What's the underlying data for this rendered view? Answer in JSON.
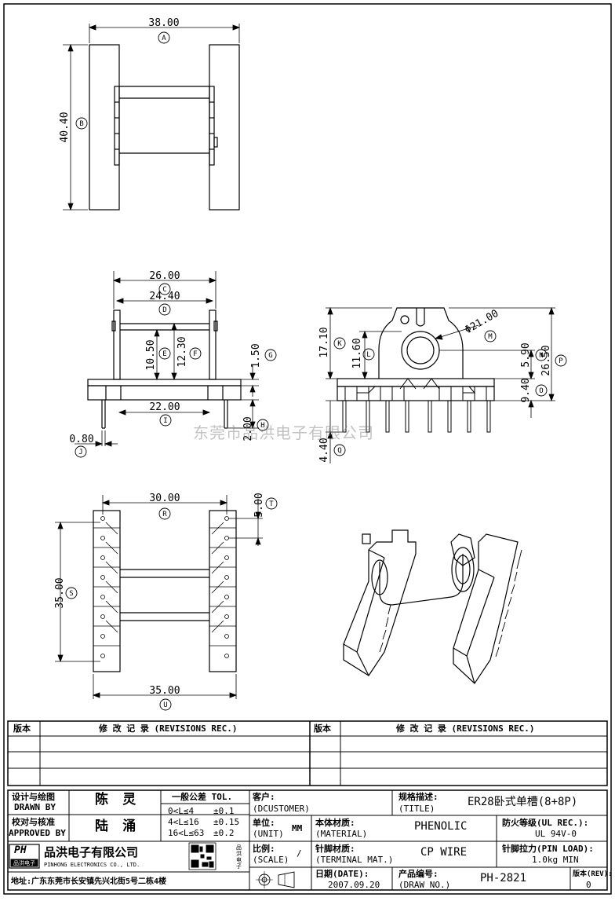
{
  "dimensions": {
    "top_width": "38.00",
    "top_height": "40.40",
    "front_26": "26.00",
    "front_2440": "24.40",
    "front_1050": "10.50",
    "front_1230": "12.30",
    "front_150": "1.50",
    "front_2200": "22.00",
    "front_200": "2.00",
    "front_080": "0.80",
    "side_phi": "Φ21.00",
    "side_1710": "17.10",
    "side_1160": "11.60",
    "side_590": "5.90",
    "side_2650": "26.50",
    "side_940": "9.40",
    "side_440": "4.40",
    "bottom_3000": "30.00",
    "bottom_500": "5.00",
    "bottom_3500_v": "35.00",
    "bottom_3500_h": "35.00"
  },
  "balloons": {
    "A": "A",
    "B": "B",
    "C": "C",
    "D": "D",
    "E": "E",
    "F": "F",
    "G": "G",
    "H": "H",
    "I": "I",
    "J": "J",
    "K": "K",
    "L": "L",
    "M": "M",
    "N": "N",
    "O": "O",
    "P": "P",
    "Q": "Q",
    "R": "R",
    "S": "S",
    "T": "T",
    "U": "U"
  },
  "watermark": "东莞市品洪电子有限公司",
  "revisions": {
    "ver_header_left": "版本",
    "rec_header_left": "修 改 记 录 (REVISIONS REC.)",
    "ver_header_right": "版本",
    "rec_header_right": "修 改 记 录 (REVISIONS REC.)"
  },
  "title_block": {
    "designer_label_cn": "设计与绘图",
    "designer_label_en": "DRAWN BY",
    "designer_name": "陈 灵",
    "checker_label_cn": "校对与核准",
    "checker_label_en": "APPROVED BY",
    "checker_name": "陆 涌",
    "tol_title": "一般公差 TOL.",
    "tol_rows": [
      {
        "range": "0<L≤4",
        "value": "±0.1"
      },
      {
        "range": "4<L≤16",
        "value": "±0.15"
      },
      {
        "range": "16<L≤63",
        "value": "±0.2"
      }
    ],
    "customer_label": "客户:",
    "customer_en": "(DCUSTOMER)",
    "spec_label": "规格描述:",
    "spec_en": "(TITLE)",
    "spec_value": "ER28卧式单槽(8+8P)",
    "unit_label": "单位:",
    "unit_en": "(UNIT)",
    "unit_value": "MM",
    "material_label": "本体材质:",
    "material_en": "(MATERIAL)",
    "material_value": "PHENOLIC",
    "fire_label": "防火等级(UL REC.):",
    "fire_value": "UL 94V-0",
    "scale_label": "比例:",
    "scale_en": "(SCALE)",
    "scale_value": "/",
    "terminal_label": "针脚材质:",
    "terminal_en": "(TERMINAL MAT.)",
    "terminal_value": "CP WIRE",
    "pinload_label": "针脚拉力(PIN LOAD):",
    "pinload_value": "1.0kg MIN",
    "date_label": "日期(DATE):",
    "date_value": "2007.09.20",
    "drawno_label": "产品编号:",
    "drawno_en": "(DRAW NO.)",
    "drawno_value": "PH-2821",
    "rev_label": "版本(REV):",
    "rev_value": "0",
    "company_logo": "PH",
    "company_logo_sub": "品洪电子",
    "company_cn": "品洪电子有限公司",
    "company_en": "PINHONG ELECTRONICS CO., LTD.",
    "company_side": "品洪电子",
    "address": "地址:广东东莞市长安镇先兴北街5号二栋4楼"
  }
}
